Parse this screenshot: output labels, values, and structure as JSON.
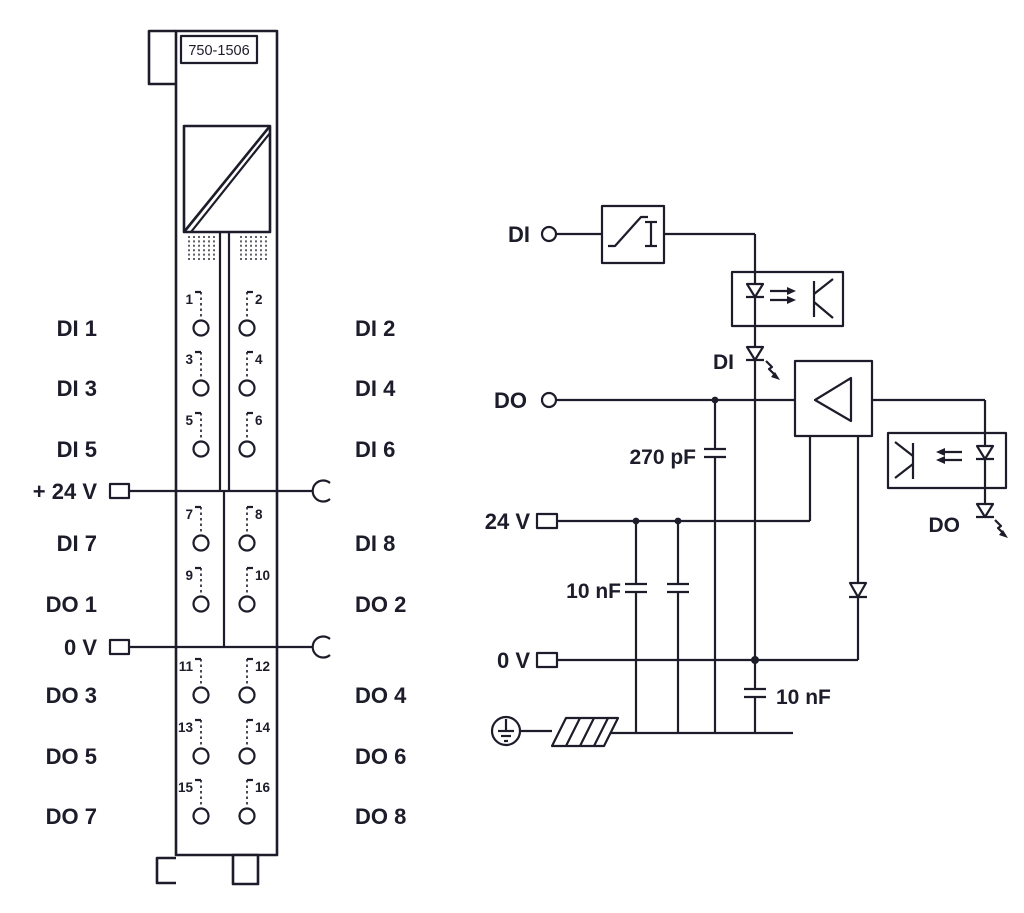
{
  "module": {
    "part_number": "750-1506",
    "left_labels": [
      "DI 1",
      "DI 3",
      "DI 5",
      "+ 24 V",
      "DI 7",
      "DO 1",
      "0 V",
      "DO 3",
      "DO 5",
      "DO 7"
    ],
    "right_labels": [
      "DI 2",
      "DI 4",
      "DI 6",
      "DI 8",
      "DO 2",
      "DO 4",
      "DO 6",
      "DO 8"
    ],
    "pin_numbers": [
      "1",
      "2",
      "3",
      "4",
      "5",
      "6",
      "7",
      "8",
      "9",
      "10",
      "11",
      "12",
      "13",
      "14",
      "15",
      "16"
    ]
  },
  "schematic": {
    "di_input_label": "DI",
    "do_output_label": "DO",
    "supply_24v_label": "24 V",
    "supply_0v_label": "0 V",
    "di_status_led_label": "DI",
    "do_status_led_label": "DO",
    "cap_270pf_label": "270 pF",
    "cap_10nf_label": "10 nF",
    "cap_10nf_bottom_label": "10 nF"
  },
  "colors": {
    "line": "#1c1c2a",
    "background": "#ffffff"
  }
}
